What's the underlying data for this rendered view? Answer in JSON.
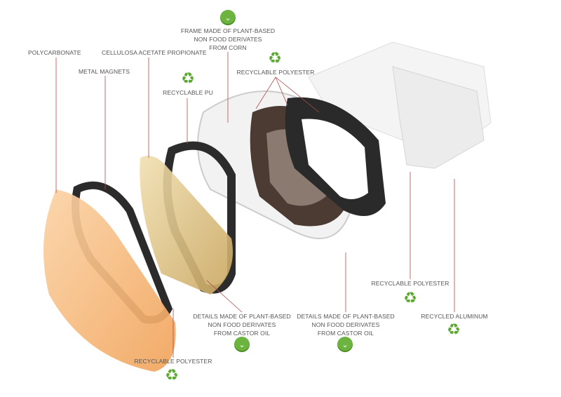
{
  "labels": {
    "polycarbonate": "POLYCARBONATE",
    "metal_magnets": "METAL MAGNETS",
    "cellulosa": "CELLULOSA ACETATE PROPIONATE",
    "recyclable_pu": "RECYCLABLE PU",
    "frame": [
      "FRAME MADE OF PLANT-BASED",
      "NON FOOD DERIVATES",
      "FROM CORN"
    ],
    "recyclable_polyester_top": "RECYCLABLE POLYESTER",
    "recyclable_polyester_right": "RECYCLABLE POLYESTER",
    "recycled_aluminum": "RECYCLED ALUMINUM",
    "details_1": [
      "DETAILS MADE OF PLANT-BASED",
      "NON FOOD DERIVATES",
      "FROM CASTOR OIL"
    ],
    "details_2": [
      "DETAILS MADE OF PLANT-BASED",
      "NON FOOD DERIVATES",
      "FROM CASTOR OIL"
    ],
    "recyclable_polyester_bottom": "RECYCLABLE POLYESTER"
  },
  "colors": {
    "leaf_green": "#6cb33f",
    "recycle_green": "#5aa832",
    "leader_line": "#b04a4a"
  },
  "icons": [
    "leaf-icon",
    "recycle-icon"
  ]
}
